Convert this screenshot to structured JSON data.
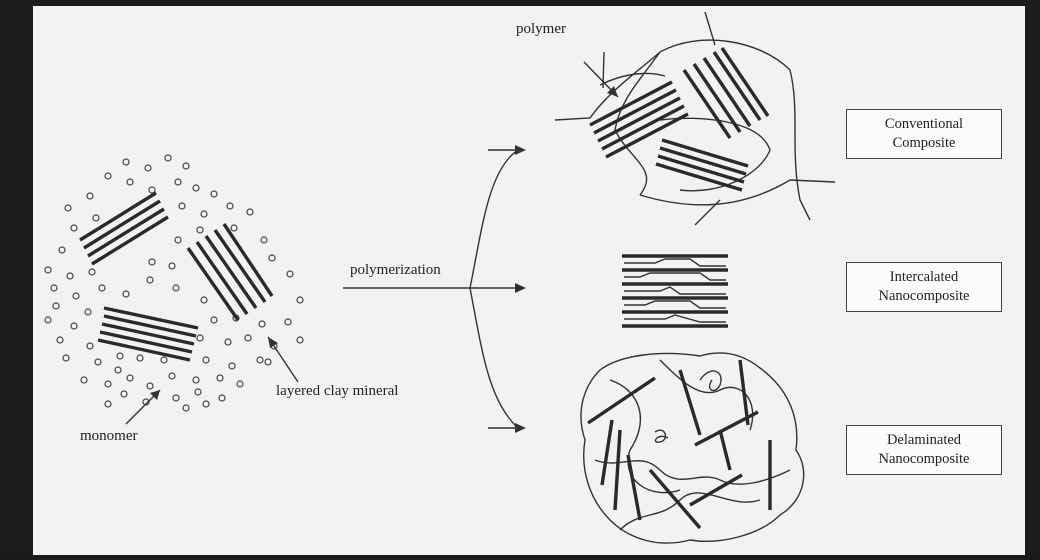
{
  "labels": {
    "polymer": "polymer",
    "polymerization": "polymerization",
    "layered_clay": "layered clay mineral",
    "monomer": "monomer"
  },
  "boxes": {
    "conventional": {
      "line1": "Conventional",
      "line2": "Composite"
    },
    "intercalated": {
      "line1": "Intercalated",
      "line2": "Nanocomposite"
    },
    "delaminated": {
      "line1": "Delaminated",
      "line2": "Nanocomposite"
    }
  },
  "colors": {
    "panel": "#f2f2f0",
    "frame": "#1c1c1c",
    "ink": "#2a2a2a"
  }
}
